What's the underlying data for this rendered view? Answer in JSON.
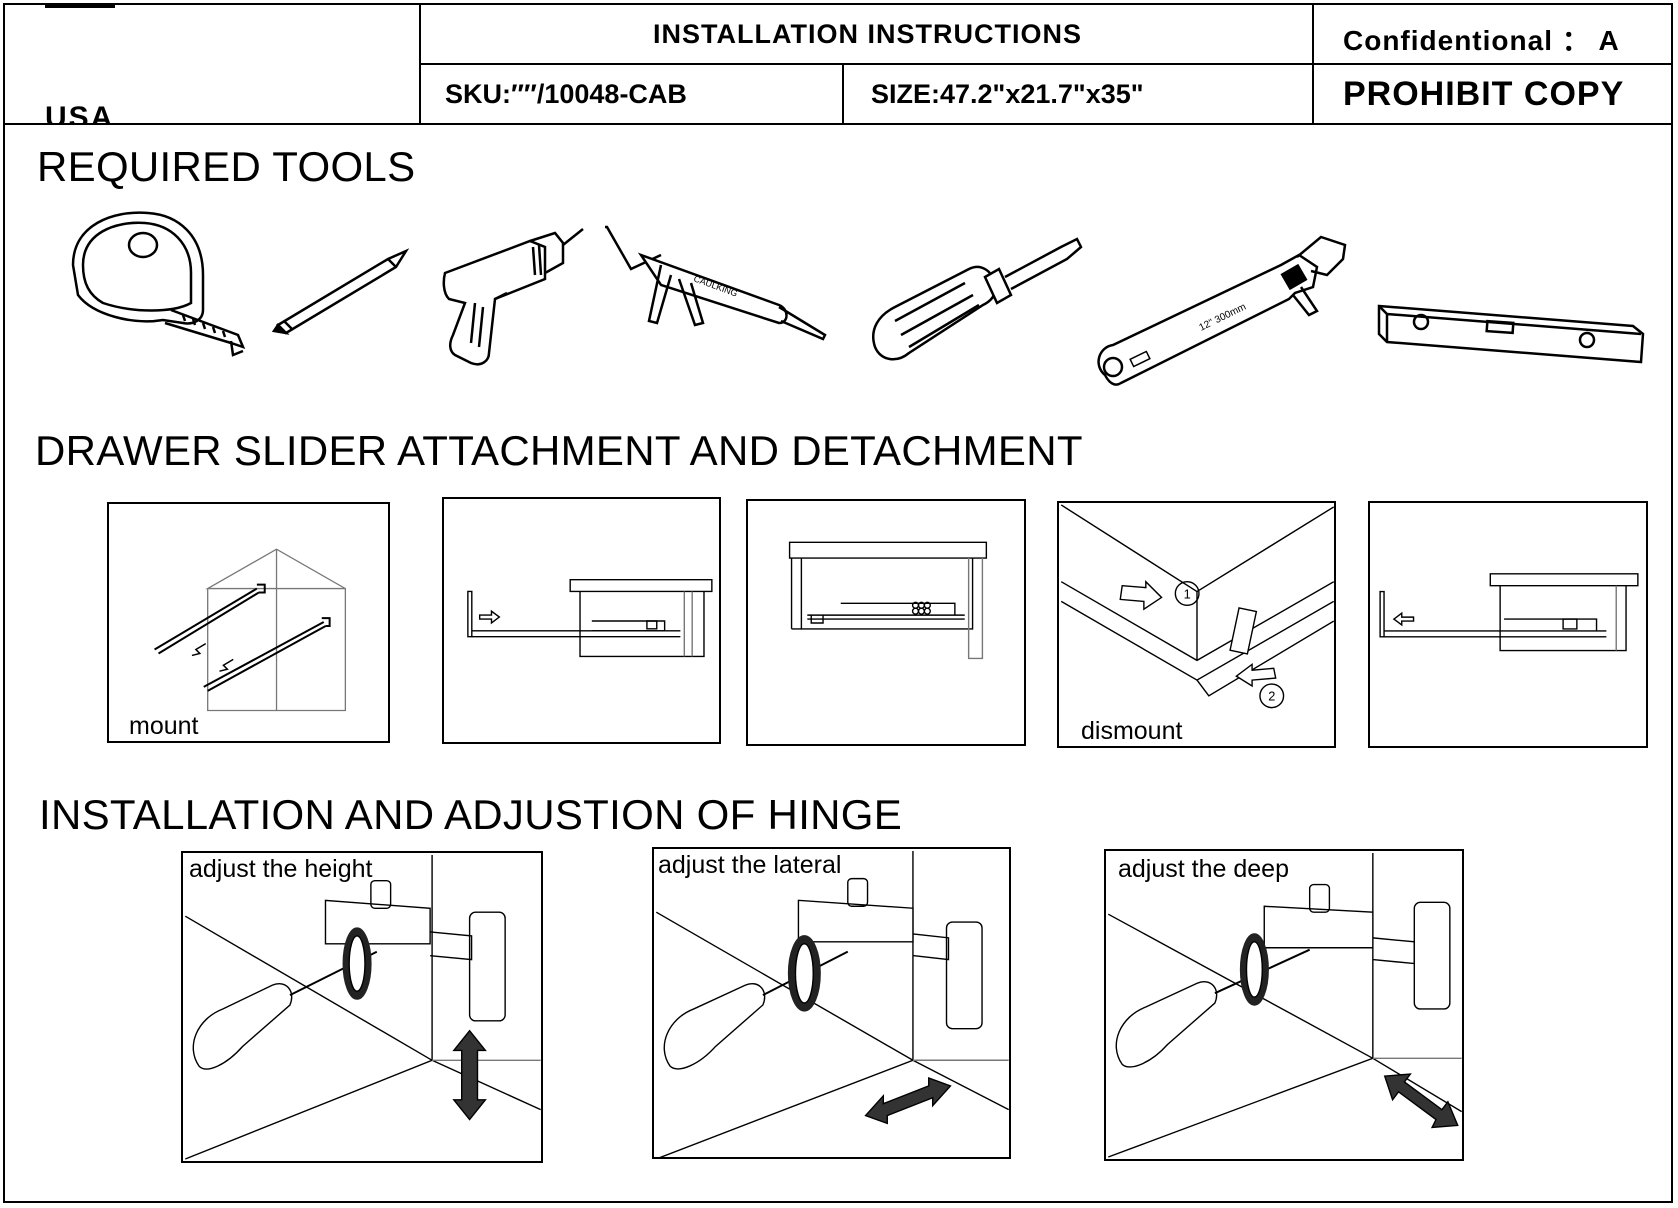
{
  "header": {
    "title": "INSTALLATION INSTRUCTIONS",
    "confidential": "Confidentional ： A",
    "sku": "SKU:″″/10048-CAB",
    "size": "SIZE:47.2\"x21.7\"x35\"",
    "prohibit": "PROHIBIT COPY",
    "logo_fragment": "USA"
  },
  "sections": {
    "tools": "REQUIRED TOOLS",
    "slider": "DRAWER SLIDER ATTACHMENT AND DETACHMENT",
    "hinge": "INSTALLATION AND ADJUSTION OF HINGE"
  },
  "tools": [
    "tape-measure",
    "pencil",
    "drill",
    "caulking-gun",
    "screwdriver",
    "wrench",
    "level"
  ],
  "slider_panels": {
    "mount_label": "mount",
    "dismount_label": "dismount",
    "step_1": "1",
    "step_2": "2"
  },
  "hinge_panels": {
    "height": "adjust the height",
    "lateral": "adjust the lateral",
    "deep": "adjust the deep"
  },
  "tool_text": {
    "gun_text": "CAULKING",
    "wrench_text": "12\" 300mm"
  }
}
